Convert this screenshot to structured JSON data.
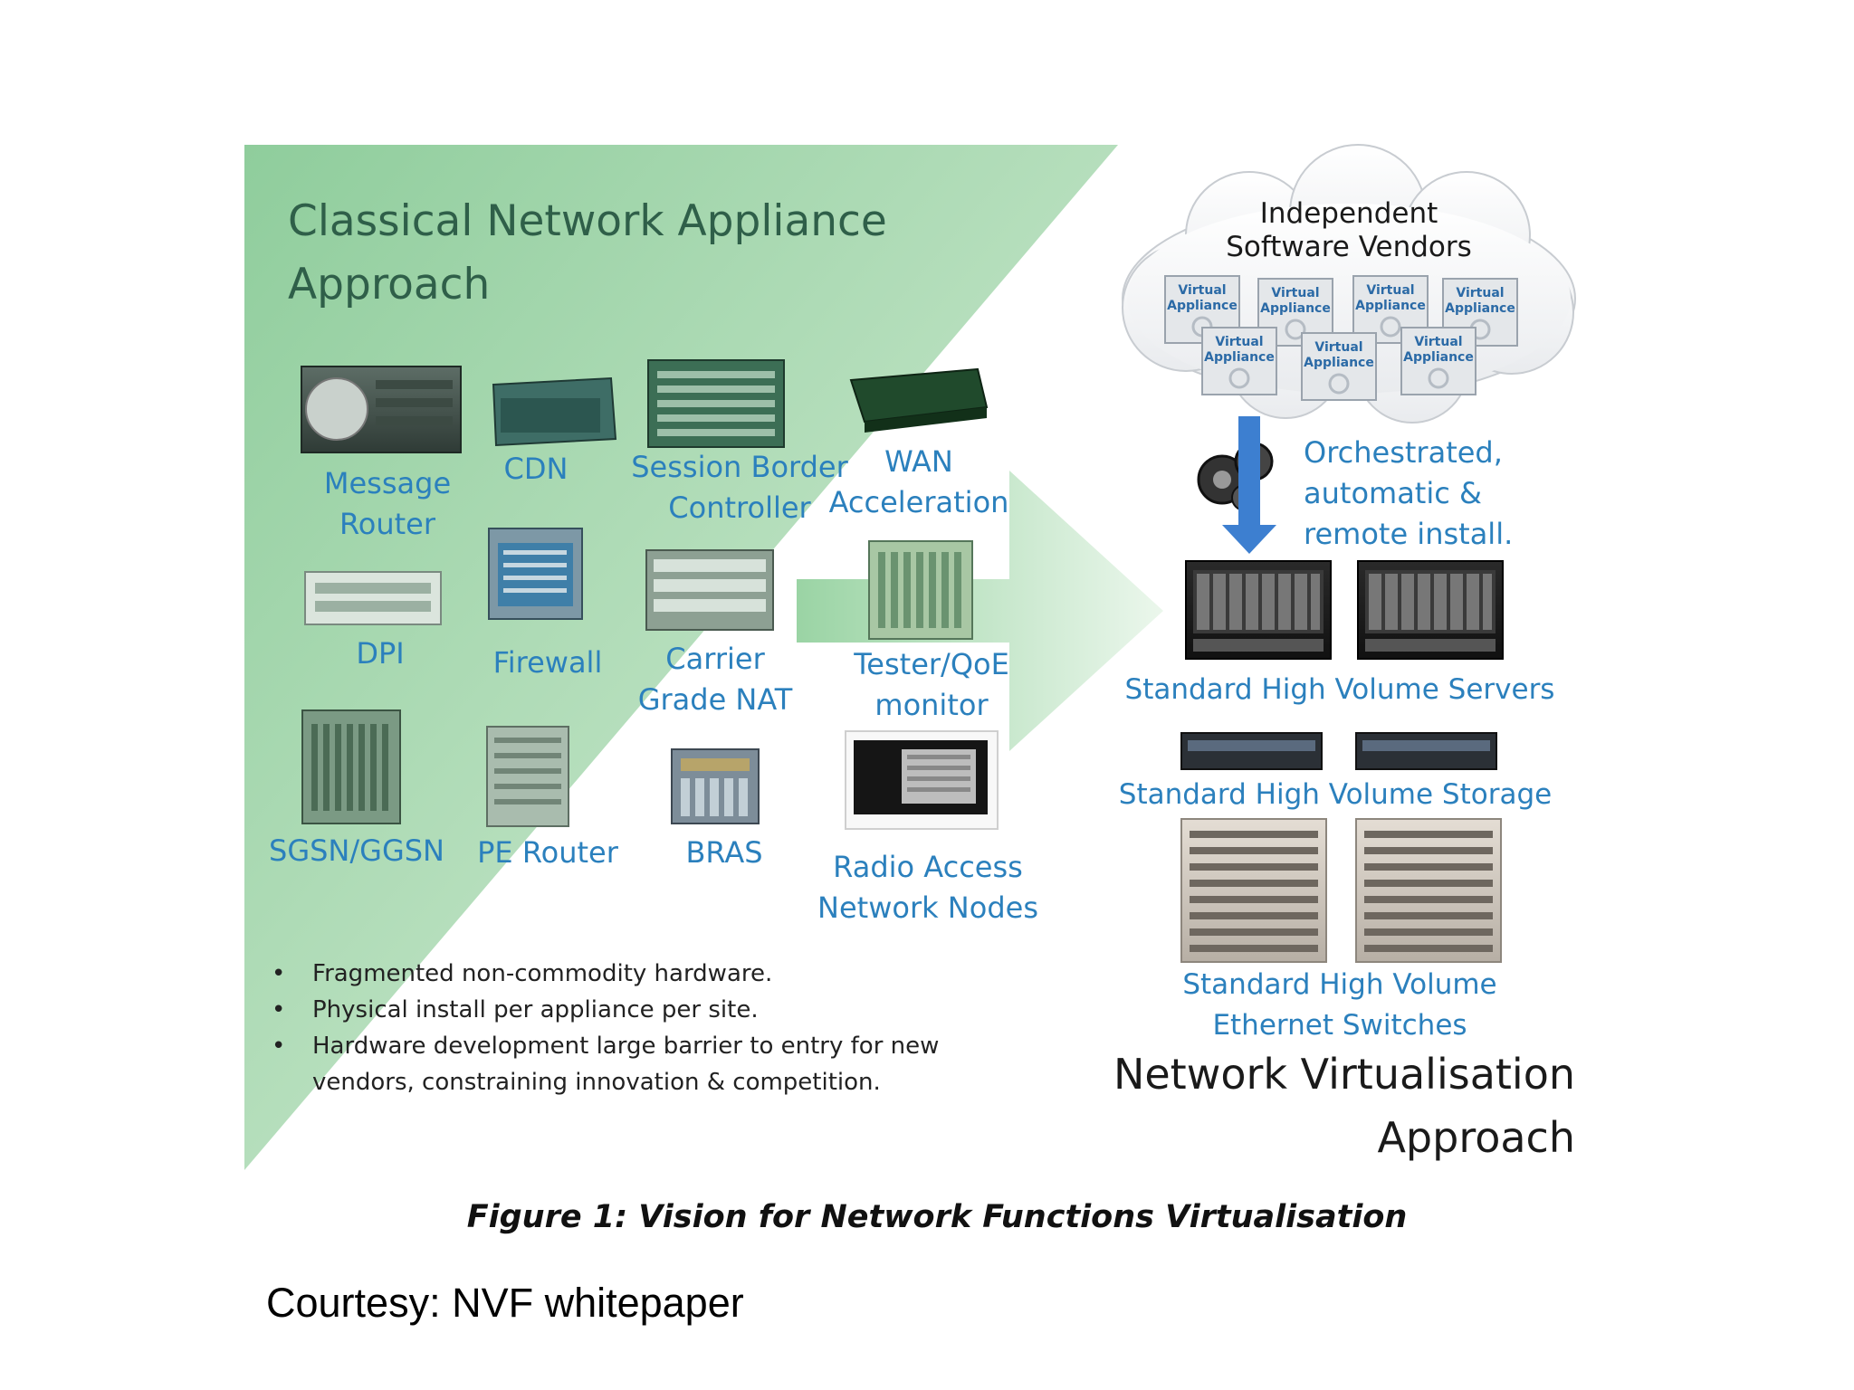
{
  "left_panel": {
    "title_line1": "Classical Network Appliance",
    "title_line2": "Approach",
    "devices": [
      {
        "id": "message-router",
        "lines": [
          "Message",
          "Router"
        ]
      },
      {
        "id": "cdn",
        "lines": [
          "CDN"
        ]
      },
      {
        "id": "session-border-controller",
        "lines": [
          "Session Border",
          "Controller"
        ]
      },
      {
        "id": "wan-acceleration",
        "lines": [
          "WAN",
          "Acceleration"
        ]
      },
      {
        "id": "dpi",
        "lines": [
          "DPI"
        ]
      },
      {
        "id": "firewall",
        "lines": [
          "Firewall"
        ]
      },
      {
        "id": "carrier-grade-nat",
        "lines": [
          "Carrier",
          "Grade NAT"
        ]
      },
      {
        "id": "tester-qoe-monitor",
        "lines": [
          "Tester/QoE",
          "monitor"
        ]
      },
      {
        "id": "sgsn-ggsn",
        "lines": [
          "SGSN/GGSN"
        ]
      },
      {
        "id": "pe-router",
        "lines": [
          "PE Router"
        ]
      },
      {
        "id": "bras",
        "lines": [
          "BRAS"
        ]
      },
      {
        "id": "radio-access-network-nodes",
        "lines": [
          "Radio Access",
          "Network Nodes"
        ]
      }
    ],
    "bullets": [
      "Fragmented non-commodity hardware.",
      "Physical install per appliance per site.",
      "Hardware development large barrier to entry for new vendors, constraining innovation & competition."
    ]
  },
  "right_panel": {
    "cloud_title_line1": "Independent",
    "cloud_title_line2": "Software Vendors",
    "virtual_appliance_line1": "Virtual",
    "virtual_appliance_line2": "Appliance",
    "orchestration_lines": [
      "Orchestrated,",
      "automatic &",
      "remote install."
    ],
    "servers_label": "Standard High Volume Servers",
    "storage_label": "Standard High Volume Storage",
    "switches_line1": "Standard High Volume",
    "switches_line2": "Ethernet Switches",
    "title_line1": "Network Virtualisation",
    "title_line2": "Approach"
  },
  "caption": "Figure 1: Vision for Network Functions Virtualisation",
  "courtesy": "Courtesy: NVF whitepaper",
  "colors": {
    "panel_green_dark": "#8fcd9c",
    "panel_green_light": "#eef8ef",
    "label_blue": "#2b80bd",
    "arrow_blue": "#3d7fd0"
  }
}
